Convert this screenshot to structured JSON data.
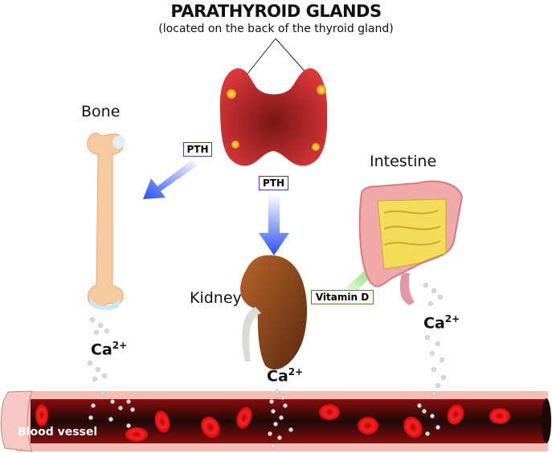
{
  "header": {
    "title": "PARATHYROID GLANDS",
    "subtitle": "(located on the back of the thyroid gland)"
  },
  "labels": {
    "bone": "Bone",
    "kidney": "Kidney",
    "intestine": "Intestine",
    "blood_vessel": "Blood vessel"
  },
  "hormones": {
    "pth_to_bone": "PTH",
    "pth_to_kidney": "PTH",
    "vitamin_d": "Vitamin D"
  },
  "calcium": {
    "symbol": "Ca",
    "charge": "2+"
  },
  "colors": {
    "pth_arrow": "#3a5cf0",
    "vitamin_d_arrow": "#4fd12a",
    "thyroid": "#c8262a",
    "blood": "#5a0a0a",
    "rbc": "#e8141a"
  }
}
